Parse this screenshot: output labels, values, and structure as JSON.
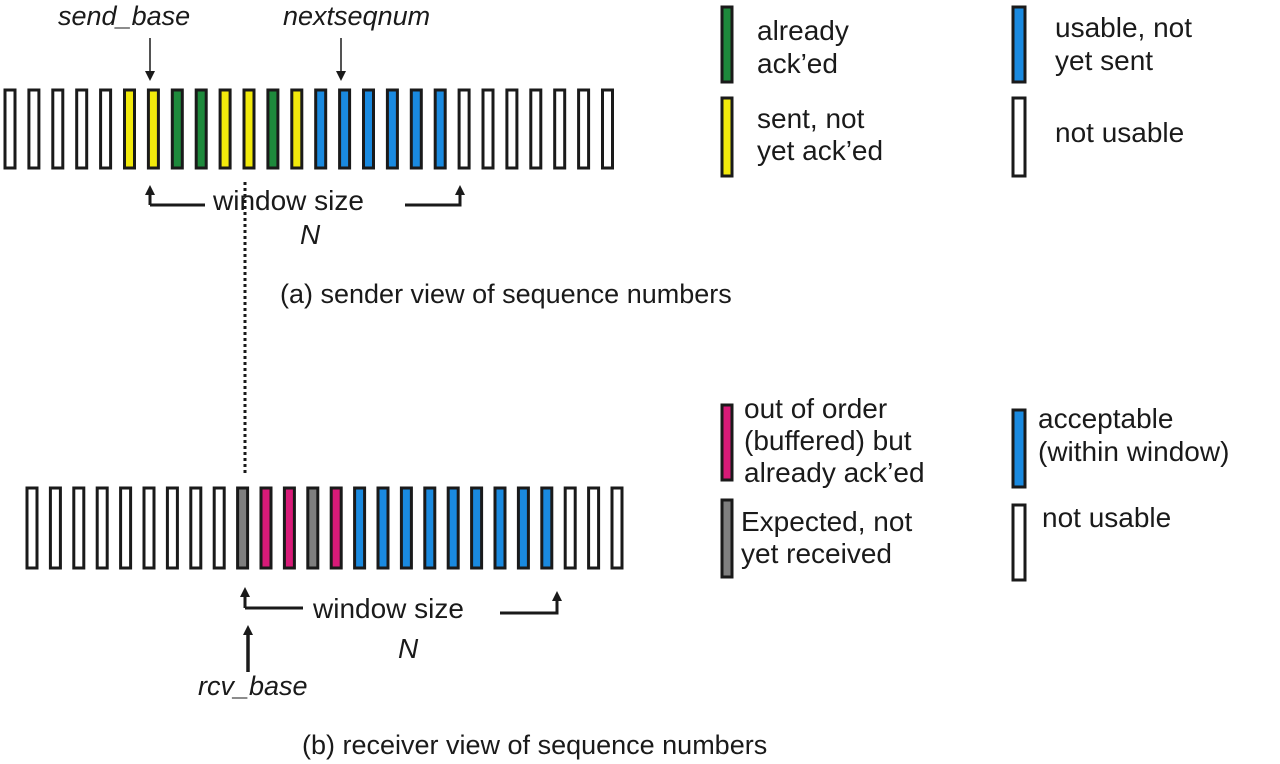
{
  "colors": {
    "acked": "#1e8a3c",
    "sent": "#f2ea0c",
    "usable": "#1a8ae0",
    "not_usable": "#ffffff",
    "buffered": "#d81a78",
    "expected": "#7f7f7f",
    "outline": "#1a1a1a"
  },
  "sender": {
    "send_base_label": "send_base",
    "nextseqnum_label": "nextseqnum",
    "window_size_label": "window size",
    "window_n_label": "N",
    "caption": "(a) sender view of sequence numbers",
    "slots": [
      "not_usable",
      "not_usable",
      "not_usable",
      "not_usable",
      "not_usable",
      "sent",
      "sent",
      "acked",
      "acked",
      "sent",
      "sent",
      "acked",
      "sent",
      "usable",
      "usable",
      "usable",
      "usable",
      "usable",
      "usable",
      "not_usable",
      "not_usable",
      "not_usable",
      "not_usable",
      "not_usable",
      "not_usable",
      "not_usable"
    ],
    "legend": [
      {
        "key": "acked",
        "line1": "already",
        "line2": "ack’ed"
      },
      {
        "key": "sent",
        "line1": "sent, not",
        "line2": "yet ack’ed"
      },
      {
        "key": "usable",
        "line1": "usable, not",
        "line2": "yet sent"
      },
      {
        "key": "not_usable",
        "line1": "not usable",
        "line2": ""
      }
    ]
  },
  "receiver": {
    "rcv_base_label": "rcv_base",
    "window_size_label": "window size",
    "window_n_label": "N",
    "caption": "(b) receiver view of sequence numbers",
    "slots": [
      "not_usable",
      "not_usable",
      "not_usable",
      "not_usable",
      "not_usable",
      "not_usable",
      "not_usable",
      "not_usable",
      "not_usable",
      "expected",
      "buffered",
      "buffered",
      "expected",
      "buffered",
      "usable",
      "usable",
      "usable",
      "usable",
      "usable",
      "usable",
      "usable",
      "usable",
      "usable",
      "not_usable",
      "not_usable",
      "not_usable"
    ],
    "legend": [
      {
        "key": "buffered",
        "line1": "out of order",
        "line2": "(buffered) but",
        "line3": "already ack’ed"
      },
      {
        "key": "expected",
        "line1": "Expected,  not",
        "line2": "yet received",
        "line3": ""
      },
      {
        "key": "usable",
        "line1": "acceptable",
        "line2": "(within window)",
        "line3": ""
      },
      {
        "key": "not_usable",
        "line1": "not usable",
        "line2": "",
        "line3": ""
      }
    ]
  }
}
